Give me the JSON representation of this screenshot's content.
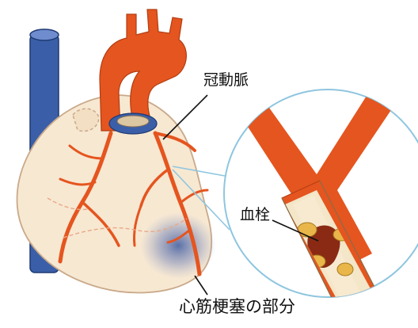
{
  "labels": {
    "coronary_artery": "冠動脈",
    "thrombus": "血栓",
    "infarct_region": "心筋梗塞の部分"
  },
  "colors": {
    "artery_red": "#e5551f",
    "vein_blue": "#3a5fa8",
    "heart_fill": "#f7e8d2",
    "outline_blue": "#8fc6df",
    "infarct_shade": "#4a5fa0",
    "plaque_yellow": "#e9b64a",
    "thrombus_dark": "#8a2a14"
  }
}
